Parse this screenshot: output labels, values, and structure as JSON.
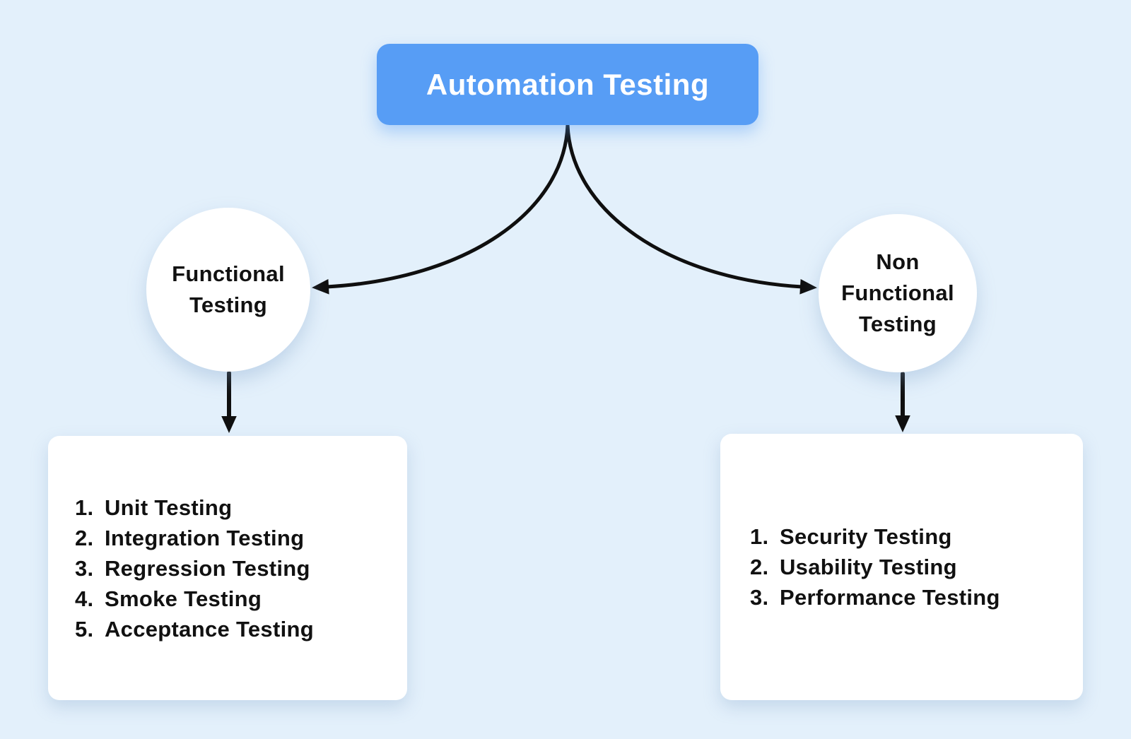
{
  "colors": {
    "page_background": "#E3F0FB",
    "root_bg": "#579DF5",
    "root_text": "#FFFFFF",
    "node_bg": "#FFFFFF",
    "node_text": "#111111",
    "connector": "#0F0F0F"
  },
  "root_node": {
    "label": "Automation Testing"
  },
  "branches": [
    {
      "id": "functional",
      "circle_lines": [
        "Functional",
        "Testing"
      ],
      "items": [
        {
          "num": "1.",
          "label": "Unit Testing"
        },
        {
          "num": "2.",
          "label": "Integration Testing"
        },
        {
          "num": "3.",
          "label": "Regression Testing"
        },
        {
          "num": "4.",
          "label": "Smoke Testing"
        },
        {
          "num": "5.",
          "label": "Acceptance Testing"
        }
      ]
    },
    {
      "id": "non-functional",
      "circle_lines": [
        "Non",
        "Functional",
        "Testing"
      ],
      "items": [
        {
          "num": "1.",
          "label": "Security Testing"
        },
        {
          "num": "2.",
          "label": "Usability Testing"
        },
        {
          "num": "3.",
          "label": "Performance Testing"
        }
      ]
    }
  ]
}
